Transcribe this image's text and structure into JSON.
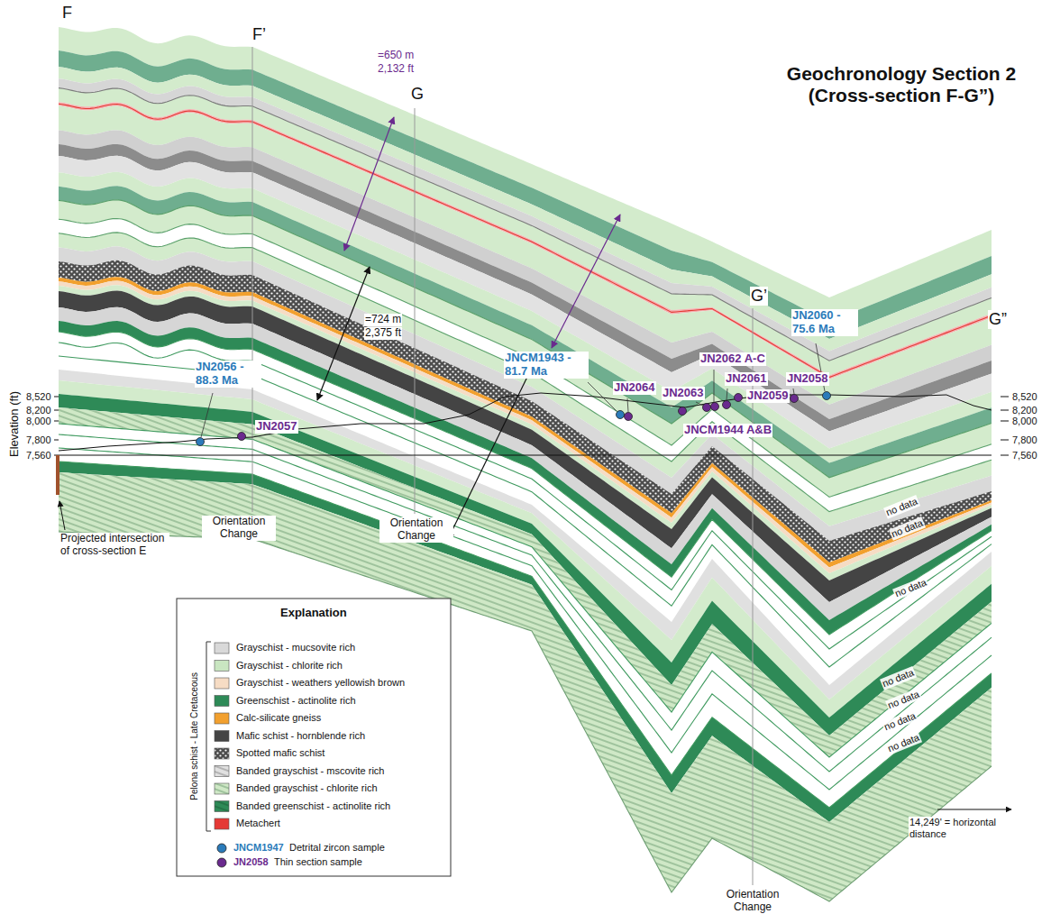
{
  "diagram": {
    "title": "Geochronology Section 2 (Cross-section F-G”)",
    "labels": [
      "F",
      "F’",
      "G",
      "G’",
      "G”",
      "=650 m",
      "2,132 ft",
      "=724 m",
      "2,375 ft",
      "JN2056 - 88.3 Ma",
      "JN2057",
      "JNCM1943 - 81.7 Ma",
      "JN2064",
      "JN2063",
      "JN2062 A-C",
      "JN2061",
      "JN2059",
      "JN2058",
      "JN2060 - 75.6 Ma",
      "JNCM1944 A&B",
      "Elevation (ft)",
      "8,520",
      "8,200",
      "8,000",
      "7,800",
      "7,560",
      "8,520",
      "8,200",
      "8,000",
      "7,800",
      "7,560",
      "Projected intersection of cross-section E",
      "Orientation Change",
      "Orientation Change",
      "Orientation Change",
      "no data",
      "no data",
      "no data",
      "no data",
      "no data",
      "no data",
      "no data",
      "14,249' = horizontal distance",
      "Explanation",
      "Pelona schist - Late Cretaceous",
      "JNCM1947",
      "JN2058"
    ],
    "legend": [
      {
        "text": "Grayschist - mucsovite rich",
        "color": "#d9d9d9"
      },
      {
        "text": "Grayschist - chlorite rich",
        "color": "#c9e6c1"
      },
      {
        "text": "Grayschist - weathers yellowish brown",
        "color": "#f6dcc4"
      },
      {
        "text": "Greenschist - actinolite rich",
        "color": "#2e8a57"
      },
      {
        "text": "Calc-silicate gneiss",
        "color": "#f2a02e"
      },
      {
        "text": "Mafic schist - hornblende rich",
        "color": "#444444"
      },
      {
        "text": "Spotted mafic schist"
      },
      {
        "text": "Banded grayschist - mscovite rich"
      },
      {
        "text": "Banded grayschist - chlorite rich"
      },
      {
        "text": "Banded greenschist - actinolite rich"
      },
      {
        "text": "Metachert",
        "color": "#e53935"
      },
      {
        "text": "Detrital zircon sample",
        "color": "#2b7bba"
      },
      {
        "text": "Thin section sample",
        "color": "#6a2a8e"
      }
    ]
  }
}
